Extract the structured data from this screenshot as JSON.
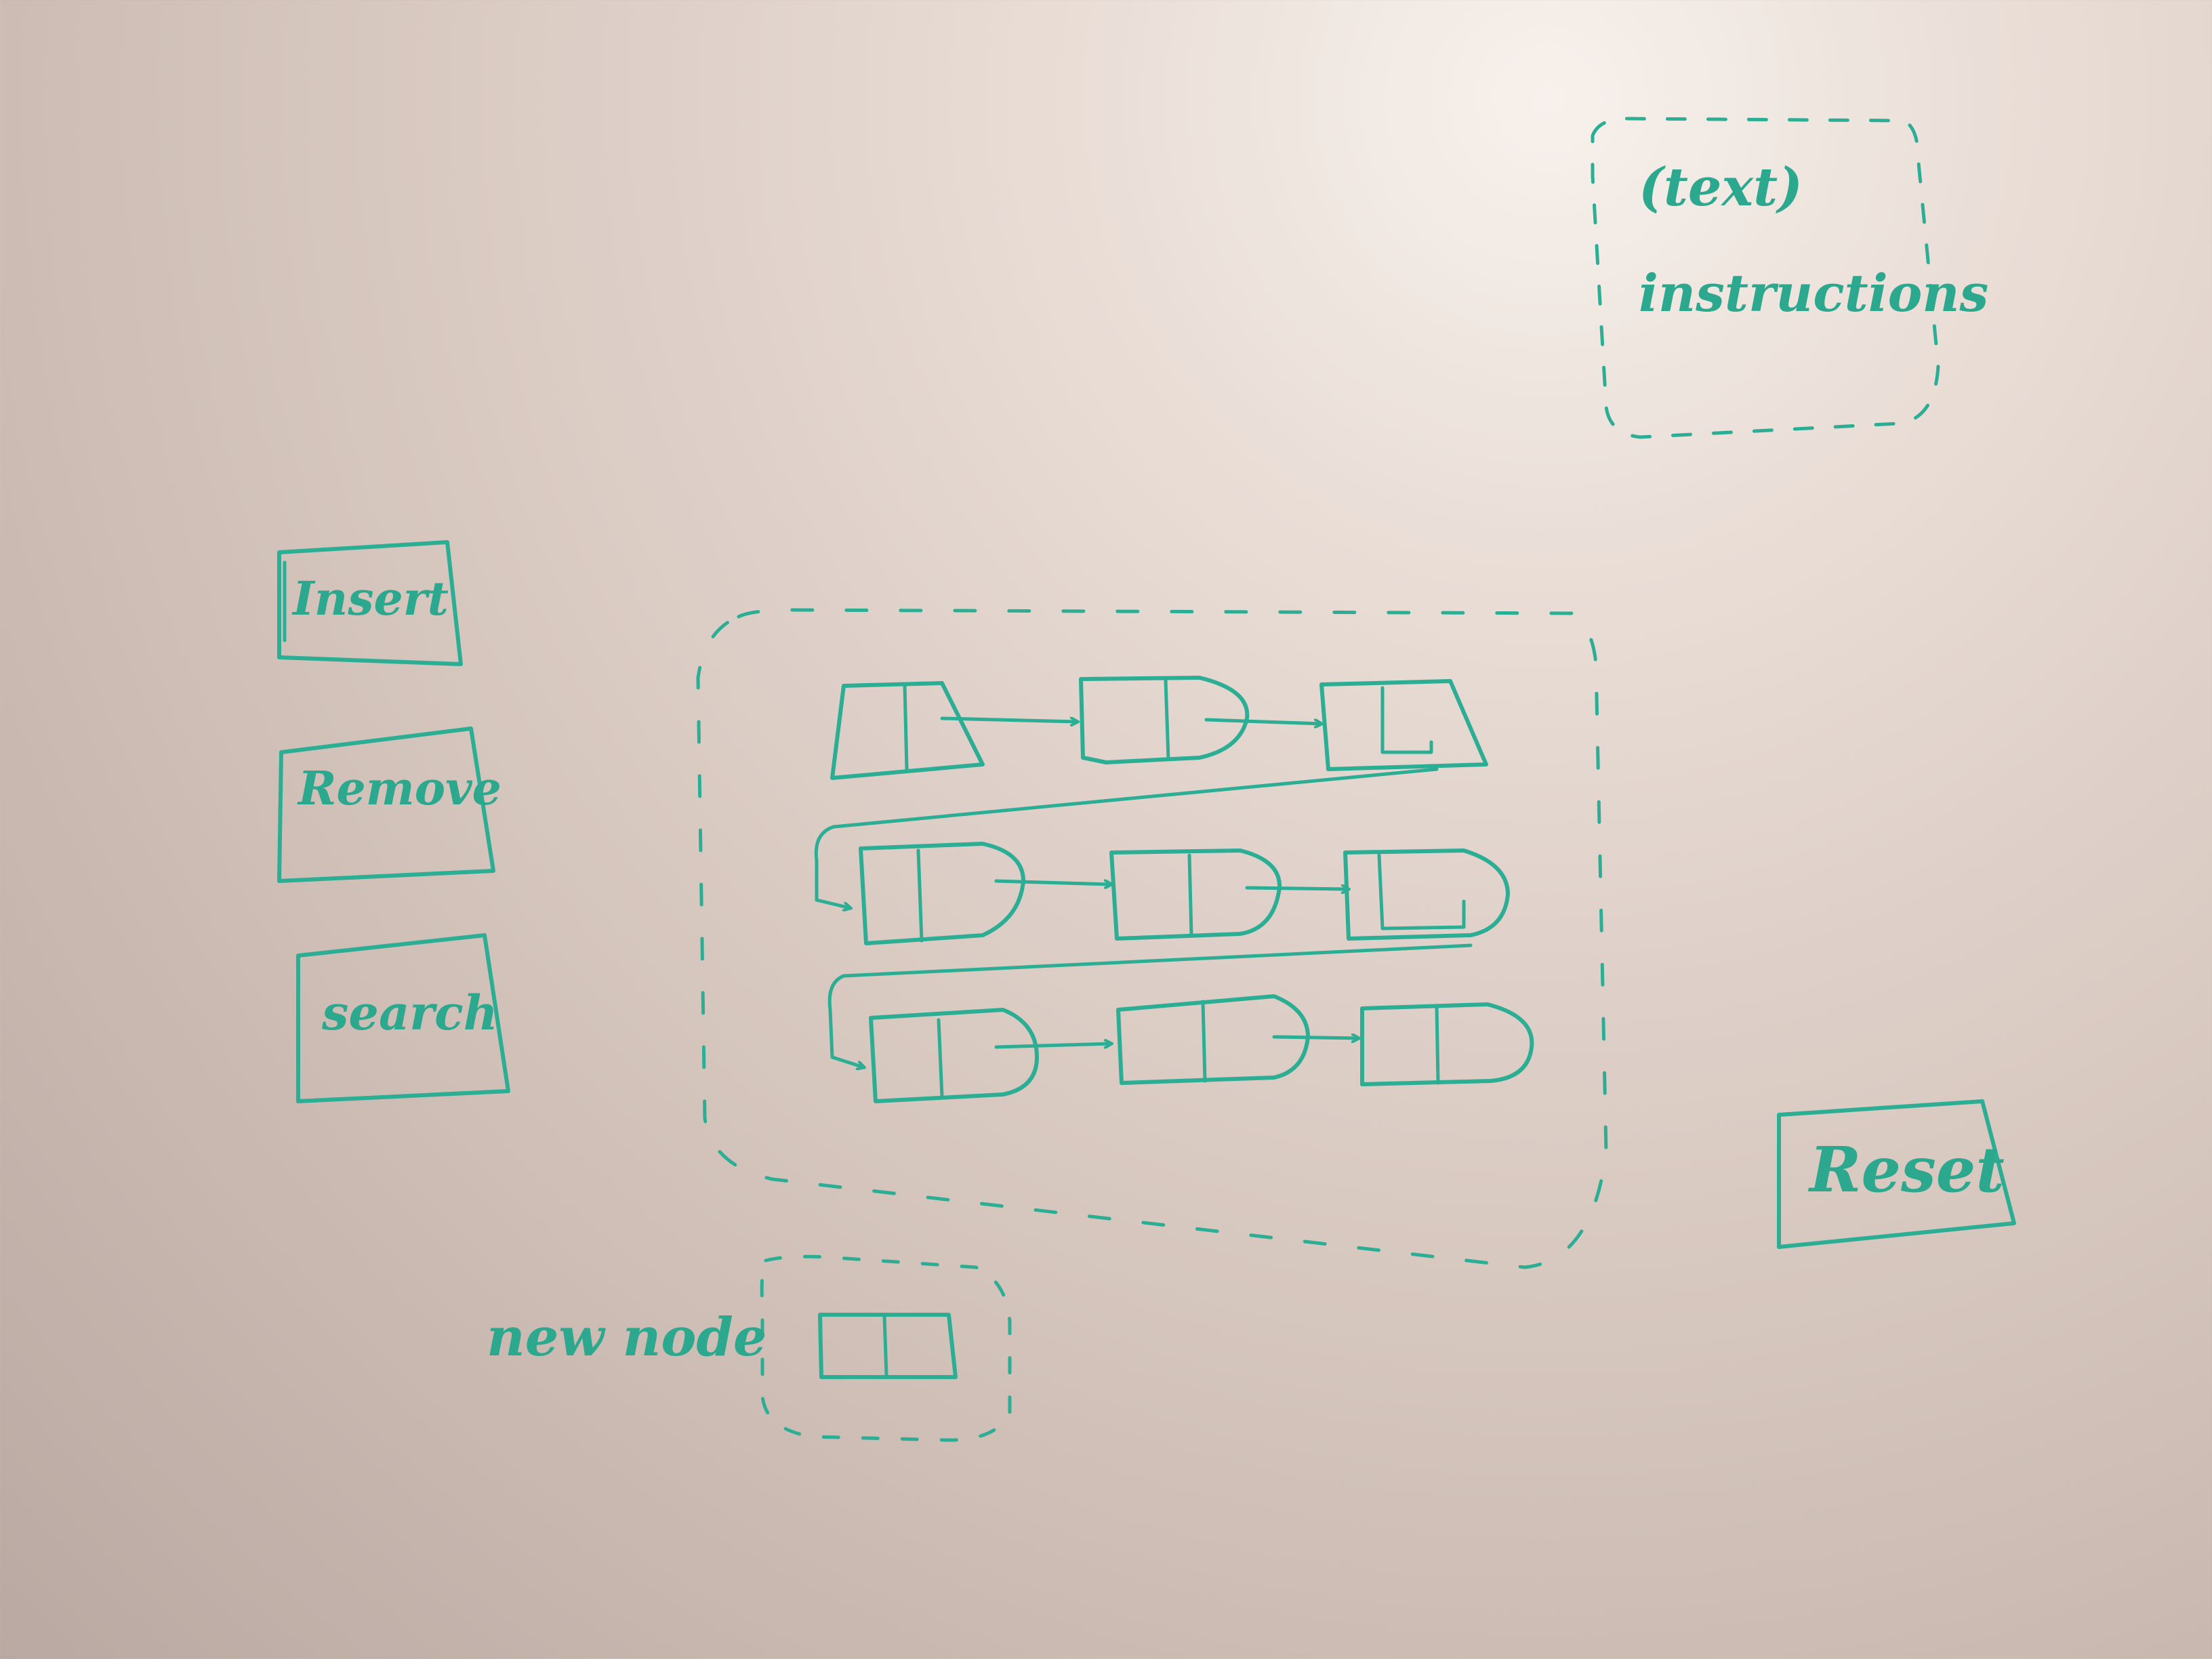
{
  "controls": {
    "insert_label": "Insert",
    "remove_label": "Remove",
    "search_label": "search",
    "reset_label": "Reset"
  },
  "instructions": {
    "line1": "(text)",
    "line2": "instructions"
  },
  "new_node": {
    "label": "new node"
  },
  "list": {
    "rows": 3,
    "nodes_per_row": 3
  },
  "colors": {
    "ink": "#2cae95",
    "board": "#dacbc3"
  }
}
